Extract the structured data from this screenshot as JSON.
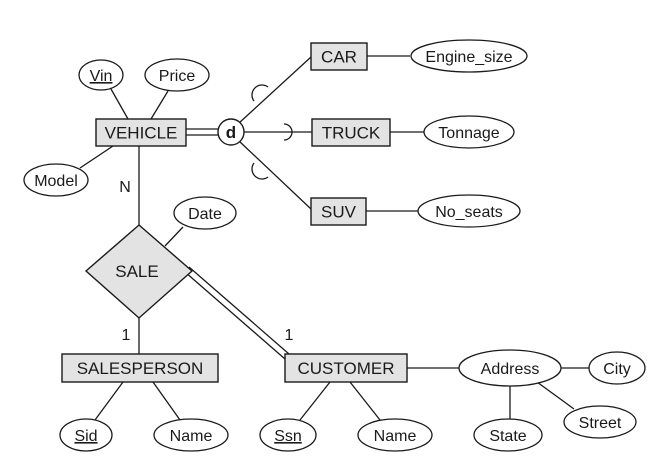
{
  "entities": {
    "vehicle": "VEHICLE",
    "car": "CAR",
    "truck": "TRUCK",
    "suv": "SUV",
    "salesperson": "SALESPERSON",
    "customer": "CUSTOMER"
  },
  "relationship": {
    "sale": "SALE"
  },
  "specialization": {
    "disjoint": "d"
  },
  "attributes": {
    "vin": "Vin",
    "price": "Price",
    "model": "Model",
    "engine_size": "Engine_size",
    "tonnage": "Tonnage",
    "no_seats": "No_seats",
    "date": "Date",
    "sid": "Sid",
    "salesperson_name": "Name",
    "ssn": "Ssn",
    "customer_name": "Name",
    "address": "Address",
    "city": "City",
    "street": "Street",
    "state": "State"
  },
  "cardinalities": {
    "vehicle_sale": "N",
    "salesperson_sale": "1",
    "customer_sale": "1"
  },
  "colors": {
    "fill": "#e3e3e3",
    "stroke": "#1a1a1a",
    "background": "#ffffff"
  }
}
